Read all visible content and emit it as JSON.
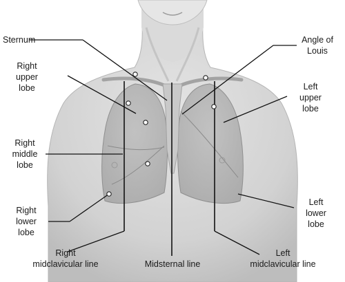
{
  "labels": {
    "sternum": "Sternum",
    "angle_line1": "Angle of",
    "angle_line2": "Louis",
    "right_upper_1": "Right",
    "right_upper_2": "upper",
    "right_upper_3": "lobe",
    "left_upper_1": "Left",
    "left_upper_2": "upper",
    "left_upper_3": "lobe",
    "right_middle_1": "Right",
    "right_middle_2": "middle",
    "right_middle_3": "lobe",
    "right_lower_1": "Right",
    "right_lower_2": "lower",
    "right_lower_3": "lobe",
    "left_lower_1": "Left",
    "left_lower_2": "lower",
    "left_lower_3": "lobe",
    "right_mcl_1": "Right",
    "right_mcl_2": "midclavicular line",
    "midsternal": "Midsternal line",
    "left_mcl_1": "Left",
    "left_mcl_2": "midclavicular line"
  },
  "colors": {
    "skin": "#d6d6d6",
    "skin_shadow": "#bfbfbf",
    "lung": "#a9a9a9",
    "leader": "#111111"
  }
}
